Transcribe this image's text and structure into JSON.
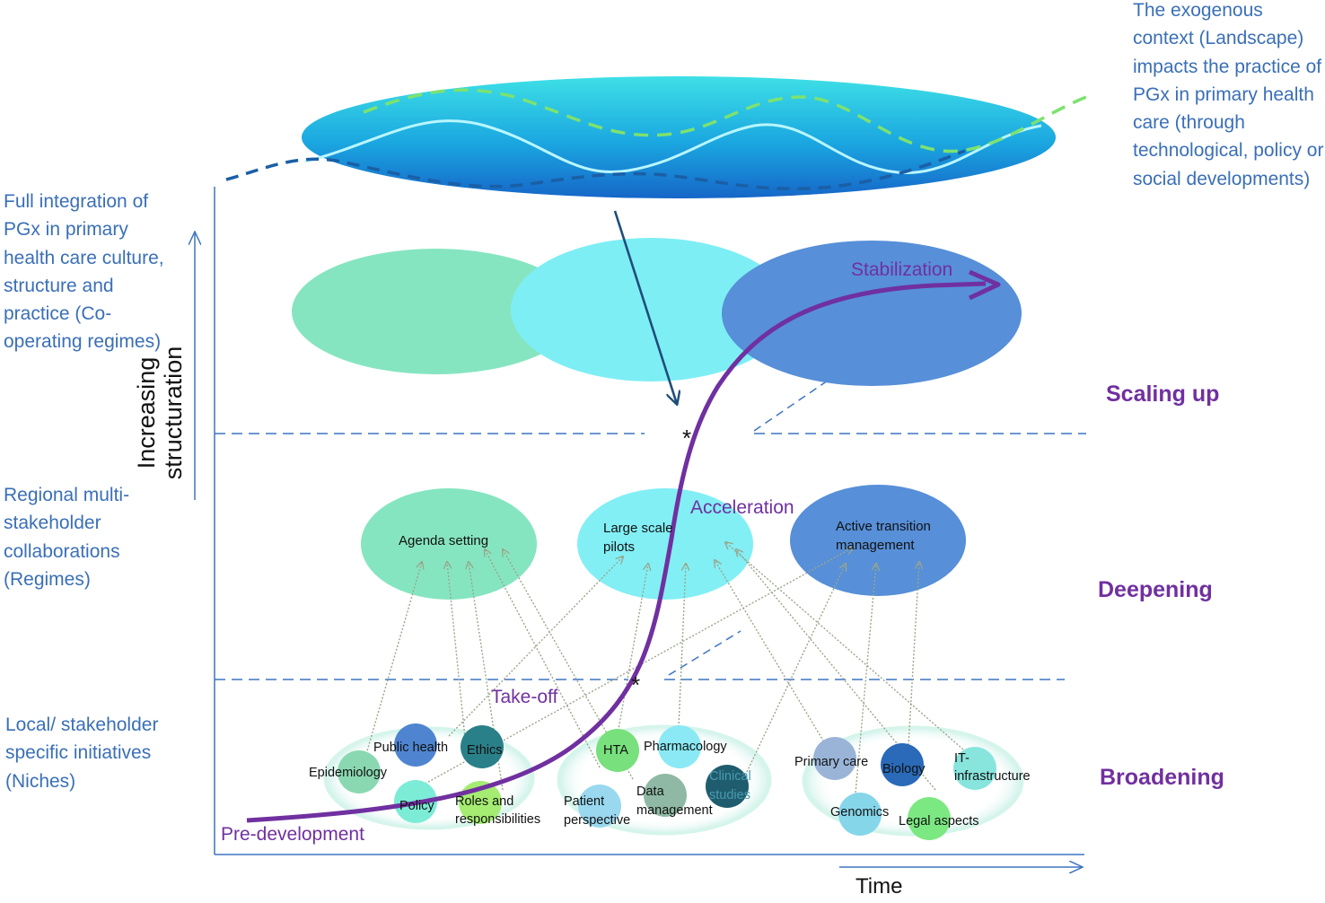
{
  "landscape_text": "The exogenous context (Landscape) impacts the practice of PGx in primary health care (through technological, policy or social developments)",
  "levels": {
    "landscape_regimes": "Full integration of PGx in primary health care culture, structure and practice (Co-operating regimes)",
    "regimes": "Regional multi-stakeholder collaborations (Regimes)",
    "niches": "Local/ stakeholder specific initiatives (Niches)"
  },
  "axes": {
    "y_label": "Increasing structuration",
    "x_label": "Time"
  },
  "stages": {
    "scaling_up": "Scaling up",
    "deepening": "Deepening",
    "broadening": "Broadening"
  },
  "phases": {
    "pre_development": "Pre-development",
    "take_off": "Take-off",
    "acceleration": "Acceleration",
    "stabilization": "Stabilization"
  },
  "markers": {
    "upper": "*",
    "lower": "*"
  },
  "regime_nodes": {
    "agenda_setting": "Agenda setting",
    "large_scale_pilots": [
      "Large scale",
      "pilots"
    ],
    "active_transition": [
      "Active transition",
      "management"
    ]
  },
  "niche_nodes": {
    "public_health": "Public health",
    "ethics": "Ethics",
    "epidemiology": "Epidemiology",
    "policy": "Policy",
    "roles": [
      "Roles and",
      "responsibilities"
    ],
    "hta": "HTA",
    "pharmacology": "Pharmacology",
    "clinical_studies": [
      "Clinical",
      "studies"
    ],
    "patient_perspective": [
      "Patient",
      "perspective"
    ],
    "data_management": [
      "Data",
      "management"
    ],
    "primary_care": "Primary care",
    "biology": "Biology",
    "it_infrastructure": [
      "IT-",
      "infrastructure"
    ],
    "genomics": "Genomics",
    "legal_aspects": "Legal aspects"
  },
  "colors": {
    "side_text": "#3a6fb7",
    "purple": "#7030a0",
    "dash_blue": "#3d75c1",
    "arrow_gray": "#9aa58a",
    "navy_arrow": "#1f4e79"
  }
}
